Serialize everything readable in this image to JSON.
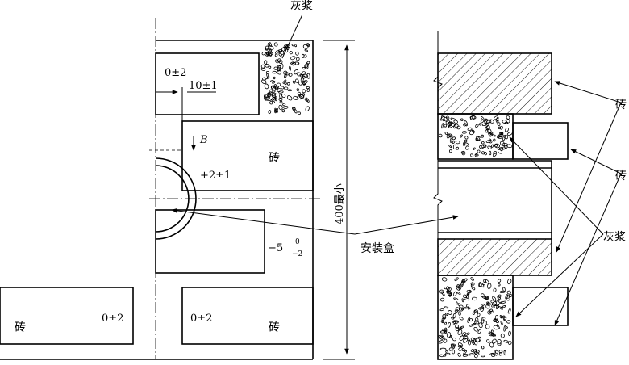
{
  "labels": {
    "grout_top": "灰浆",
    "brick_left_mid": "砖",
    "brick_left_bottom_a": "砖",
    "brick_left_bottom_b": "砖",
    "tol_top": "0±2",
    "tol_10": "10±1",
    "datum_b": "B",
    "tol_plus2": "+2±1",
    "tol_minus5": "−5",
    "tol_minus5_sup": "0",
    "tol_minus5_sub": "−2",
    "tol_bottom_left": "0±2",
    "tol_bottom_mid": "0±2",
    "dimension_400": "400最小",
    "install_box": "安装盒",
    "brick_right_1": "砖",
    "brick_right_2": "砖",
    "grout_right": "灰浆"
  }
}
